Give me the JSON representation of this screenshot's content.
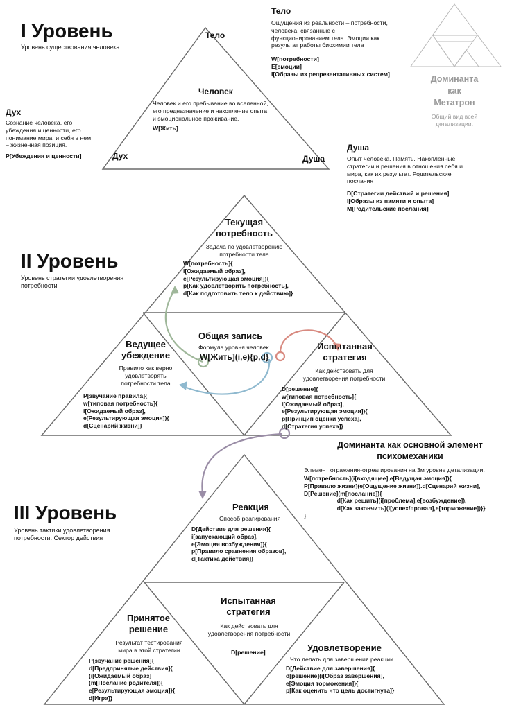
{
  "level1": {
    "title": "I Уровень",
    "subtitle": "Уровень существования человека",
    "corner_telo": "Тело",
    "corner_dukh": "Дух",
    "corner_dusha": "Душа",
    "center_title": "Человек",
    "center_text": "Человек и его пребывание во вселенной,\nего предназначение и накопление опыта\nи эмоциональное проживание.",
    "center_code": "W[Жить]",
    "telo_title": "Тело",
    "telo_text": "Ощущения из реальности – потребности,\nчеловека, связанные с\nфункционированием тела. Эмоции как\nрезультат работы биохимии тела",
    "telo_codes": "W[потребности]\nE[эмоции]\nI[Образы из репрезентативных систем]",
    "dukh_title": "Дух",
    "dukh_text": "Сознание человека, его\nубеждения и ценности, его\nпонимание мира, и себя в нем\n– жизненная позиция.",
    "dukh_code": "P[Убеждения и ценности]",
    "dusha_title": "Душа",
    "dusha_text": "Опыт человека. Память. Накопленные\nстратегии и решения в отношения себя и\nмира, как их результат. Родительские\nпослания",
    "dusha_codes": "D[Стратегии действий и решения]\nI[Образы из памяти и опыта]\nM[Родительские послания]",
    "dominant_title": "Доминанта\nкак\nМетатрон",
    "dominant_sub": "Общий вид всей\nдетализации."
  },
  "level2": {
    "title": "II Уровень",
    "subtitle": "Уровень стратегии удовлетворения\nпотребности",
    "top_title": "Текущая\nпотребность",
    "top_text": "Задача по удовлетворению\nпотребности тела",
    "top_codes": "W[потребность]{\ni[Ожидаемый образ],\ne[Результирующая эмоция]){\np[Как удовлетворить потребность],\nd[Как подготовить тело к действию]}",
    "center_title": "Общая запись",
    "center_text": "Формула уровня человек",
    "center_formula": "W[Жить](i,e){p,d}",
    "left_title": "Ведущее\nубеждение",
    "left_text": "Правило как верно\nудовлетворять\nпотребности тела",
    "left_codes": "P[звучание правила]{\nw[типовая потребность]{\ni[Ожидаемый образ],\ne[Результирующая эмоция]){\nd[Сценарий жизни]}",
    "right_title": "Испытанная\nстратегия",
    "right_text": "Как действовать для\nудовлетворения потребности",
    "right_codes": "D[решение]{\nw[типовая потребность]{\ni[Ожидаемый образ],\ne[Результирующая эмоция]){\np[Принцип оценки успеха],\nd[Стратегия успеха]}"
  },
  "dominant_main": {
    "title": "Доминанта как основной элемент\nпсихомеханики",
    "text": "Элемент отражения-отреагирования на 3м уровне детализации.",
    "codes": "W[потребность](i[входящее],e[Ведущая эмоция]){\nP[Правило жизни](e[Ощущение жизни]).d[Сценарий жизни],\nD[Решение](m[послание]){\n                    d[Как решить](i[проблема],e[возбуждение]),\n                    d[Как закончить](i[успех/провал],e[торможение])}}\n}"
  },
  "level3": {
    "title": "III Уровень",
    "subtitle": "Уровень тактики удовлетворения\nпотребности. Сектор действия",
    "top_title": "Реакция",
    "top_text": "Способ реагирования",
    "top_codes": "D[Действие для решения]{\ni[запускающий образ],\ne[Эмоция возбуждения]){\np[Правило сравнения образов],\nd[Тактика действия]}",
    "center_title": "Испытанная\nстратегия",
    "center_text": "Как действовать для\nудовлетворения потребности",
    "center_code": "D[решение]",
    "left_title": "Принятое\nрешение",
    "left_text": "Результат тестирования\nмира в этой стратегии",
    "left_codes": "P[звучание решения]{\nd[Предпринятые действия]{\n(i[Ожидаемый образ]\n(m[Послание родителя]){\ne[Результирующая эмоция]}{\nd[Игра]}",
    "right_title": "Удовлетворение",
    "right_text": "Что делать для завершения реакции",
    "right_codes": "D[Действие для завершения]{\nd[решение](i[Образ завершения],\ne[Эмоция торможения]){\np[Как оценить что цель достигнута]}"
  },
  "colors": {
    "line": "#6a6a6a",
    "dominant_gray": "#9a9a9a",
    "arrow_green": "#9fb79a",
    "arrow_blue": "#8fb9cf",
    "arrow_red": "#d88a80",
    "arrow_purple": "#9a8da6"
  }
}
